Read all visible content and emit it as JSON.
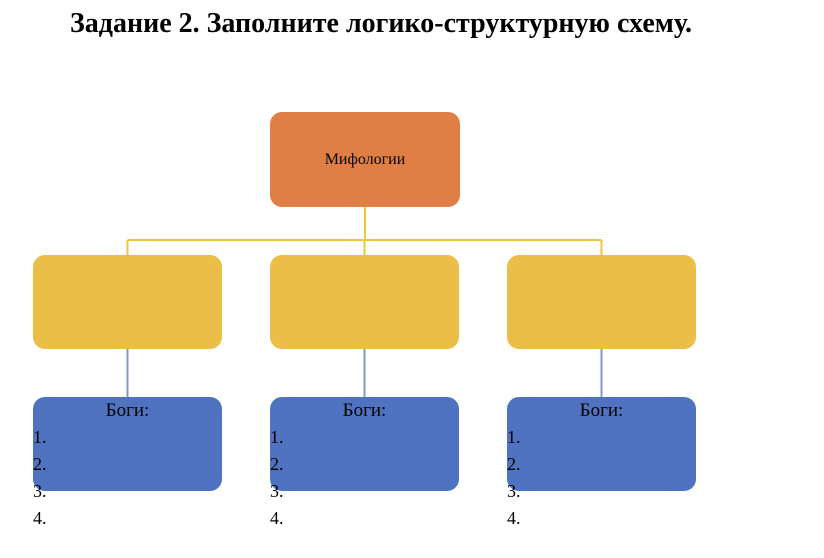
{
  "title": "Задание 2. Заполните логико-структурную схему.",
  "colors": {
    "root_fill": "#E07F45",
    "middle_fill": "#EBBE47",
    "leaf_fill": "#4F72C1",
    "root_connector": "#F2C33F",
    "leaf_connector": "#7E9ACF"
  },
  "diagram": {
    "root": {
      "label": "Мифологии"
    },
    "middle": [
      {
        "label": ""
      },
      {
        "label": ""
      },
      {
        "label": ""
      }
    ],
    "leaves": [
      {
        "heading": "Боги:",
        "items": [
          "1.",
          "2.",
          "3.",
          "4."
        ]
      },
      {
        "heading": "Боги:",
        "items": [
          "1.",
          "2.",
          "3.",
          "4."
        ]
      },
      {
        "heading": "Боги:",
        "items": [
          "1.",
          "2.",
          "3.",
          "4."
        ]
      }
    ]
  }
}
